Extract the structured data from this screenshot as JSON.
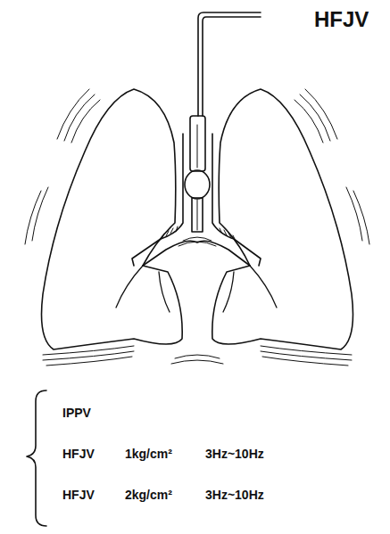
{
  "diagram": {
    "title": "HFJV",
    "labels": [
      "IPPV",
      "HFJV",
      "1kg/cm²",
      "3Hz~10Hz",
      "HFJV",
      "2kg/cm²",
      "3Hz~10Hz"
    ]
  }
}
